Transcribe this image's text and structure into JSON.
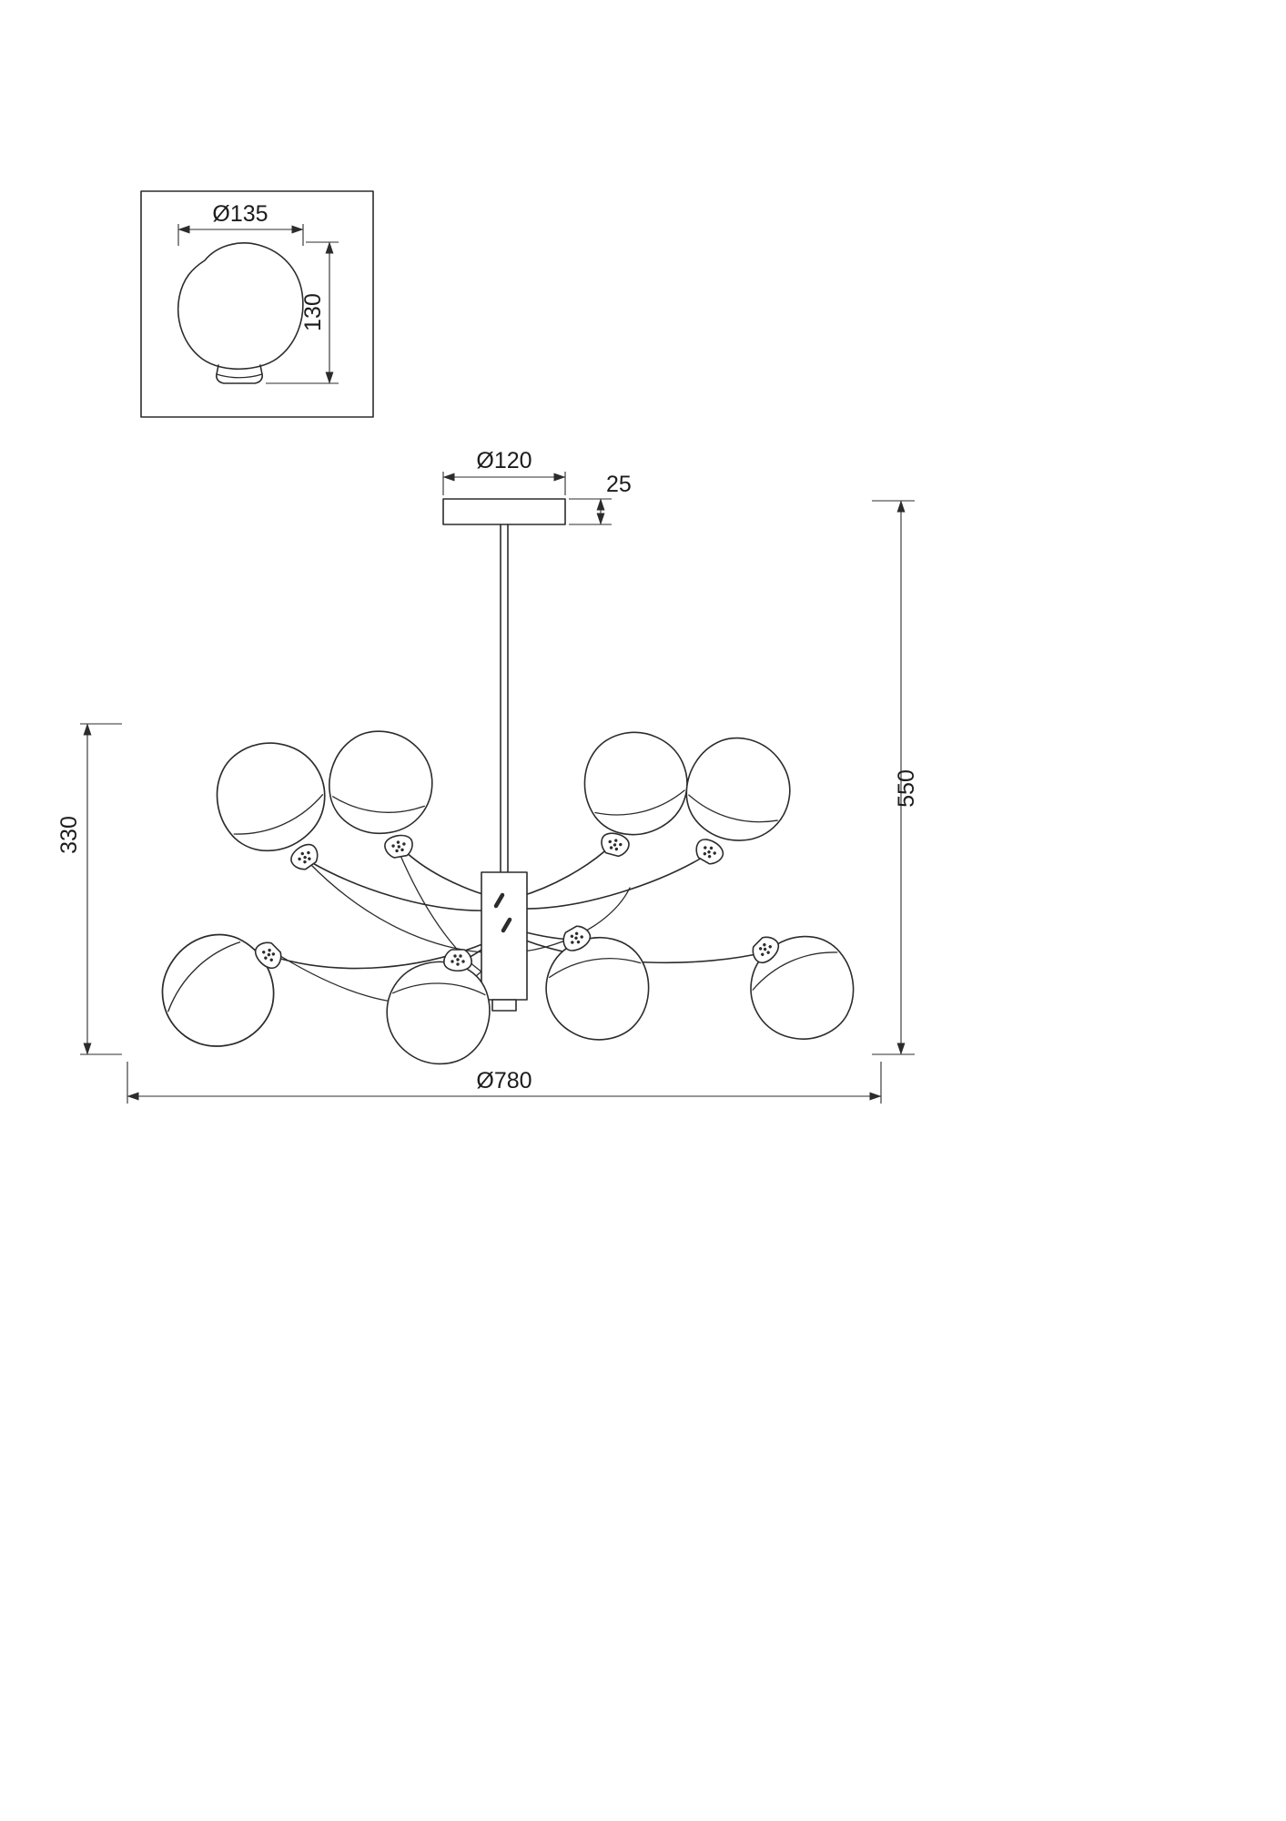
{
  "drawing": {
    "type": "technical-dimension-drawing",
    "subject": "8-light chandelier / semi-flush ceiling lamp, front elevation with shade detail",
    "line_color": "#2c2c2c",
    "background": "#ffffff"
  },
  "detail_view": {
    "diameter_label": "Ø135",
    "height_label": "130"
  },
  "canopy": {
    "diameter_label": "Ø120",
    "height_label": "25"
  },
  "dimensions": {
    "body_height_label": "330",
    "overall_height_label": "550",
    "overall_diameter_label": "Ø780"
  }
}
